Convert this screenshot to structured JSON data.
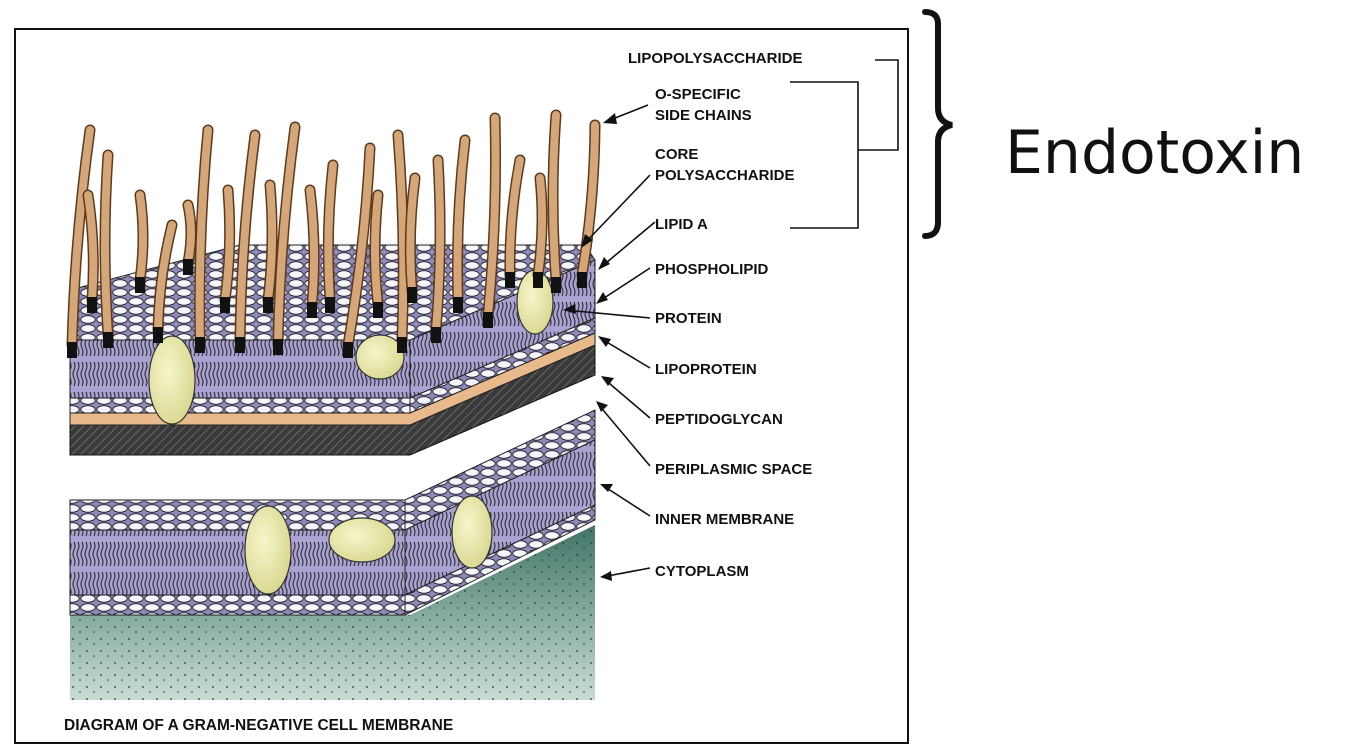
{
  "diagram": {
    "labels": {
      "lipopolysaccharide": "LIPOPOLYSACCHARIDE",
      "o_specific_line1": "O-SPECIFIC",
      "o_specific_line2": "SIDE CHAINS",
      "core_line1": "CORE",
      "core_line2": "POLYSACCHARIDE",
      "lipid_a": "LIPID A",
      "phospholipid": "PHOSPHOLIPID",
      "protein": "PROTEIN",
      "lipoprotein": "LIPOPROTEIN",
      "peptidoglycan": "PEPTIDOGLYCAN",
      "periplasmic_space": "PERIPLASMIC SPACE",
      "inner_membrane": "INNER MEMBRANE",
      "cytoplasm": "CYTOPLASM"
    },
    "caption": "DIAGRAM OF A GRAM-NEGATIVE CELL MEMBRANE",
    "bracket_label": "Endotoxin",
    "colors": {
      "membrane": "#a9a2d2",
      "lipid_head": "#f4f4fb",
      "side_chain": "#d5a678",
      "lipoprotein": "#e8b98a",
      "peptidoglycan": "#2a2a2a",
      "protein": "#e9e8a6",
      "cytoplasm_top": "#3f7567",
      "cytoplasm_bottom": "#c9ddd3"
    }
  }
}
